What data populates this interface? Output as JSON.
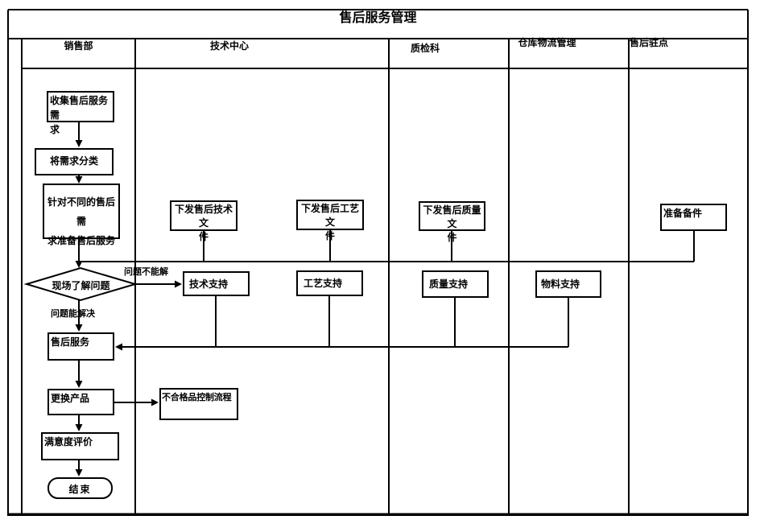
{
  "title": "售后服务管理",
  "colors": {
    "line": "#000000",
    "background": "#ffffff",
    "text": "#000000"
  },
  "lanes": [
    {
      "label": "销售部"
    },
    {
      "label": "技术中心"
    },
    {
      "label": "质检科"
    },
    {
      "label": "仓库物流管理"
    },
    {
      "label": "售后驻点"
    }
  ],
  "nodes": {
    "collect": {
      "label": "收集售后服务需\n求"
    },
    "classify": {
      "label": "将需求分类"
    },
    "prepare": {
      "label": "针对不同的售后需\n求准备售后服务"
    },
    "decision": {
      "label": "现场了解问题"
    },
    "issue_tech": {
      "label": "下发售后技术文\n件"
    },
    "issue_process": {
      "label": "下发售后工艺文\n件"
    },
    "issue_quality": {
      "label": "下发售后质量文\n件"
    },
    "prepare_parts": {
      "label": "准备备件"
    },
    "tech_support": {
      "label": "技术支持"
    },
    "process_support": {
      "label": "工艺支持"
    },
    "quality_support": {
      "label": "质量支持"
    },
    "material_support": {
      "label": "物料支持"
    },
    "service": {
      "label": "售后服务"
    },
    "replace": {
      "label": "更换产品"
    },
    "nonconform": {
      "label": "不合格品控制流程"
    },
    "satisfaction": {
      "label": "满意度评价"
    },
    "end": {
      "label": "结束"
    }
  },
  "edge_labels": {
    "cannot_solve": "问题不能解",
    "can_solve": "问题能解决"
  }
}
